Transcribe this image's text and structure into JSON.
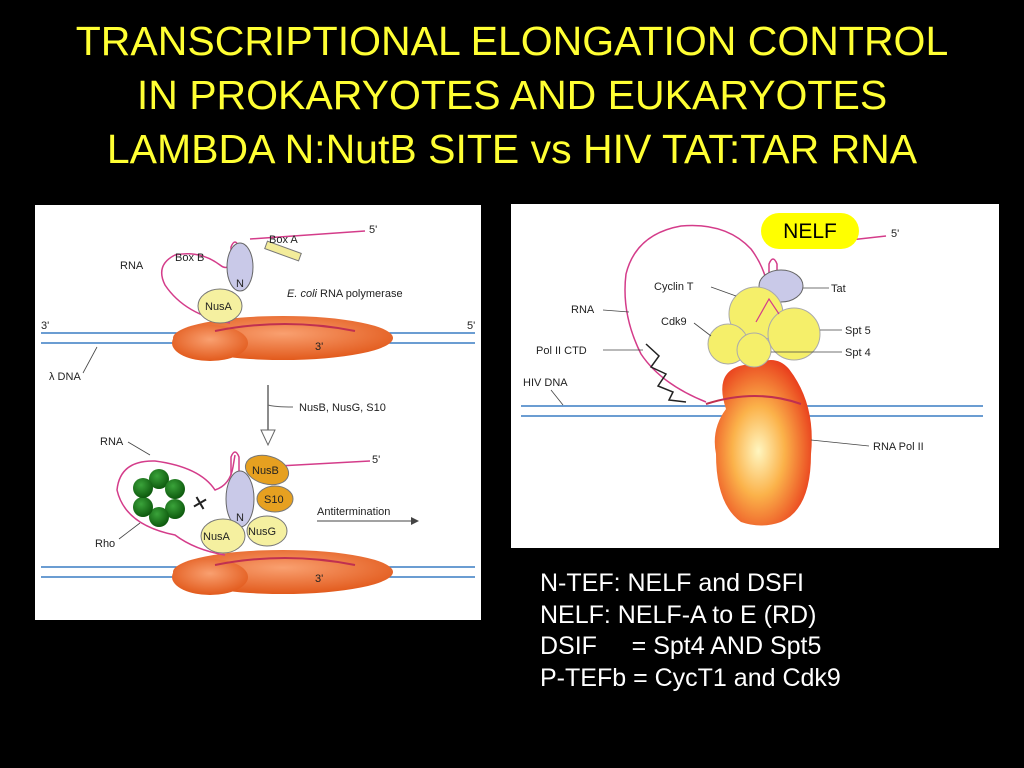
{
  "title": {
    "line1": "TRANSCRIPTIONAL ELONGATION CONTROL",
    "line2": "IN PROKARYOTES AND EUKARYOTES",
    "line3": "LAMBDA N:NutB SITE vs HIV TAT:TAR RNA"
  },
  "left_diagram": {
    "top": {
      "box_a": "Box A",
      "five_prime": "5'",
      "rna": "RNA",
      "box_b": "Box B",
      "n": "N",
      "nusa": "NusA",
      "polymerase_italic": "E. coli",
      "polymerase_rest": " RNA polymerase",
      "three_prime_left": "3'",
      "five_prime_right": "5'",
      "three_prime_center": "3'",
      "lambda_dna": "λ DNA"
    },
    "arrow_label": "NusB, NusG, S10",
    "bottom": {
      "rna": "RNA",
      "five_prime": "5'",
      "nusb": "NusB",
      "s10": "S10",
      "n": "N",
      "nusg": "NusG",
      "nusa": "NusA",
      "rho": "Rho",
      "antitermination": "Antitermination",
      "three_prime_center": "3'"
    }
  },
  "right_diagram": {
    "nelf": "NELF",
    "five_prime": "5'",
    "cyclin_t": "Cyclin T",
    "tat": "Tat",
    "rna": "RNA",
    "cdk9": "Cdk9",
    "spt5": "Spt 5",
    "spt4": "Spt 4",
    "pol_ii_ctd": "Pol II CTD",
    "hiv_dna": "HIV DNA",
    "rna_pol_ii": "RNA Pol II"
  },
  "notes": {
    "line1": "N-TEF: NELF and DSFI",
    "line2": "NELF: NELF-A to E (RD)",
    "line3": "DSIF     = Spt4 AND Spt5",
    "line4": "P-TEFb = CycT1 and Cdk9"
  },
  "colors": {
    "background": "#000000",
    "title": "#ffff33",
    "notes_text": "#ffffff",
    "polymerase": "#f07a3a",
    "nelf_badge": "#ffff00",
    "dna": "#3a7dc4",
    "rna": "#d43c8a",
    "rho": "#1e7a1e",
    "protein_yellow": "#f5f0a0"
  }
}
